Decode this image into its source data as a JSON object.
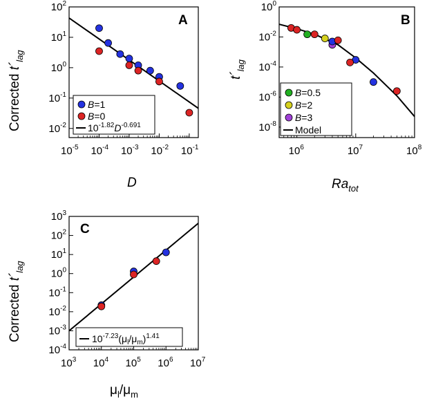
{
  "chart_data": [
    {
      "type": "scatter",
      "panel_label": "A",
      "ylabel": "Corrected t´lag",
      "xlabel": "D",
      "xscale": "log",
      "yscale": "log",
      "xlim": [
        1e-05,
        0.2
      ],
      "ylim": [
        0.005,
        100
      ],
      "xtick_exponents": [
        -5,
        -4,
        -3,
        -2,
        -1
      ],
      "ytick_exponents": [
        -2,
        -1,
        0,
        1,
        2
      ],
      "legend_position": "bottom-left",
      "series": [
        {
          "name": "B=1",
          "color": "#2432e0",
          "points": [
            [
              0.0001,
              20
            ],
            [
              0.0002,
              6.5
            ],
            [
              0.0005,
              2.8
            ],
            [
              0.001,
              2.0
            ],
            [
              0.002,
              1.2
            ],
            [
              0.005,
              0.8
            ],
            [
              0.01,
              0.5
            ],
            [
              0.05,
              0.25
            ]
          ]
        },
        {
          "name": "B=0",
          "color": "#dc2424",
          "points": [
            [
              0.0001,
              3.5
            ],
            [
              0.001,
              1.2
            ],
            [
              0.002,
              0.8
            ],
            [
              0.01,
              0.35
            ],
            [
              0.1,
              0.033
            ]
          ]
        }
      ],
      "fit": {
        "label": "10-1.82D-0.691",
        "log_intercept": -1.82,
        "slope": -0.691,
        "x_range": [
          1e-05,
          0.2
        ]
      }
    },
    {
      "type": "scatter",
      "panel_label": "B",
      "ylabel": "t´lag",
      "xlabel": "Ratot",
      "xscale": "log",
      "yscale": "log",
      "xlim": [
        500000,
        100000000
      ],
      "ylim": [
        2e-09,
        1
      ],
      "xtick_exponents": [
        6,
        7,
        8
      ],
      "ytick_exponents": [
        -8,
        -6,
        -4,
        -2,
        0
      ],
      "legend_position": "bottom-left",
      "series": [
        {
          "name": "B=0.5",
          "color": "#22b022",
          "points": [
            [
              1500000,
              0.015
            ]
          ]
        },
        {
          "name": "B=2",
          "color": "#d6d21e",
          "points": [
            [
              3000000,
              0.008
            ]
          ]
        },
        {
          "name": "B=3",
          "color": "#a040d8",
          "points": [
            [
              4000000,
              0.003
            ]
          ]
        },
        {
          "name": "",
          "color": "#2432e0",
          "points": [
            [
              4000000,
              0.005
            ],
            [
              10000000,
              0.0003
            ],
            [
              20000000,
              1e-05
            ]
          ]
        },
        {
          "name": "",
          "color": "#dc2424",
          "points": [
            [
              800000,
              0.04
            ],
            [
              1000000,
              0.03
            ],
            [
              2000000,
              0.015
            ],
            [
              5000000,
              0.006
            ],
            [
              8000000,
              0.0002
            ],
            [
              50000000,
              2.5e-06
            ]
          ]
        }
      ],
      "model": {
        "label": "Model",
        "points": [
          [
            500000,
            0.07
          ],
          [
            1000000,
            0.035
          ],
          [
            2000000,
            0.015
          ],
          [
            5000000,
            0.003
          ],
          [
            10000000,
            0.0004
          ],
          [
            20000000,
            4e-05
          ],
          [
            50000000,
            1.2e-06
          ],
          [
            100000000,
            5e-08
          ]
        ]
      }
    },
    {
      "type": "scatter",
      "panel_label": "C",
      "ylabel": "Corrected t´lag",
      "xlabel": "μl/μm",
      "xscale": "log",
      "yscale": "log",
      "xlim": [
        1000,
        10000000
      ],
      "ylim": [
        0.0001,
        1000
      ],
      "xtick_exponents": [
        3,
        4,
        5,
        6,
        7
      ],
      "ytick_exponents": [
        -4,
        -3,
        -2,
        -1,
        0,
        1,
        2,
        3
      ],
      "legend_position": "bottom-right",
      "series": [
        {
          "name": "",
          "color": "#2432e0",
          "points": [
            [
              10000,
              0.022
            ],
            [
              100000,
              1.3
            ],
            [
              1000000,
              13.0
            ]
          ]
        },
        {
          "name": "",
          "color": "#dc2424",
          "points": [
            [
              10000,
              0.019
            ],
            [
              100000,
              0.9
            ],
            [
              500000,
              4.5
            ]
          ]
        }
      ],
      "fit": {
        "label": "10-7.23(μl/μm)1.41",
        "log_intercept": -7.23,
        "slope": 1.41,
        "x_range": [
          1000,
          10000000
        ]
      }
    }
  ]
}
